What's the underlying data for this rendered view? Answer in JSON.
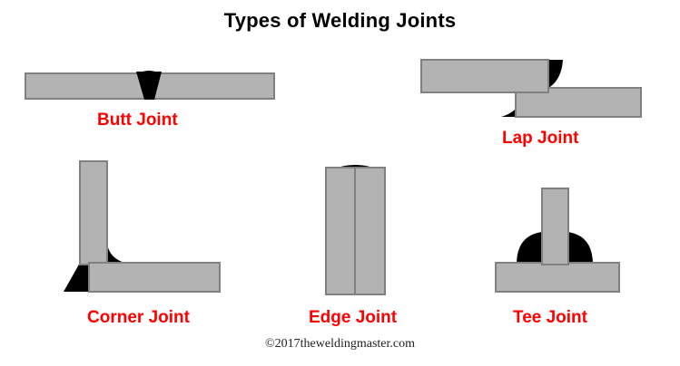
{
  "title": "Types of Welding Joints",
  "copyright": "©2017theweldingmaster.com",
  "colors": {
    "metal_fill": "#b3b3b3",
    "metal_stroke": "#808080",
    "weld_fill": "#000000",
    "label_color": "#ff0000",
    "title_color": "#000000",
    "background": "#ffffff"
  },
  "joints": [
    {
      "id": "butt",
      "label": "Butt Joint",
      "description": "Two flat plates aligned end to end in the same plane with a V-groove weld between them"
    },
    {
      "id": "lap",
      "label": "Lap Joint",
      "description": "Two overlapping plates offset vertically with fillet welds at both overlap edges"
    },
    {
      "id": "corner",
      "label": "Corner Joint",
      "description": "Vertical plate meeting a horizontal plate at a right angle forming an L with inner and outer corner welds"
    },
    {
      "id": "edge",
      "label": "Edge Joint",
      "description": "Two parallel plates joined along their common top edge with a convex weld cap"
    },
    {
      "id": "tee",
      "label": "Tee Joint",
      "description": "Vertical plate standing on a horizontal base plate with fillet welds on both sides forming a T"
    }
  ]
}
